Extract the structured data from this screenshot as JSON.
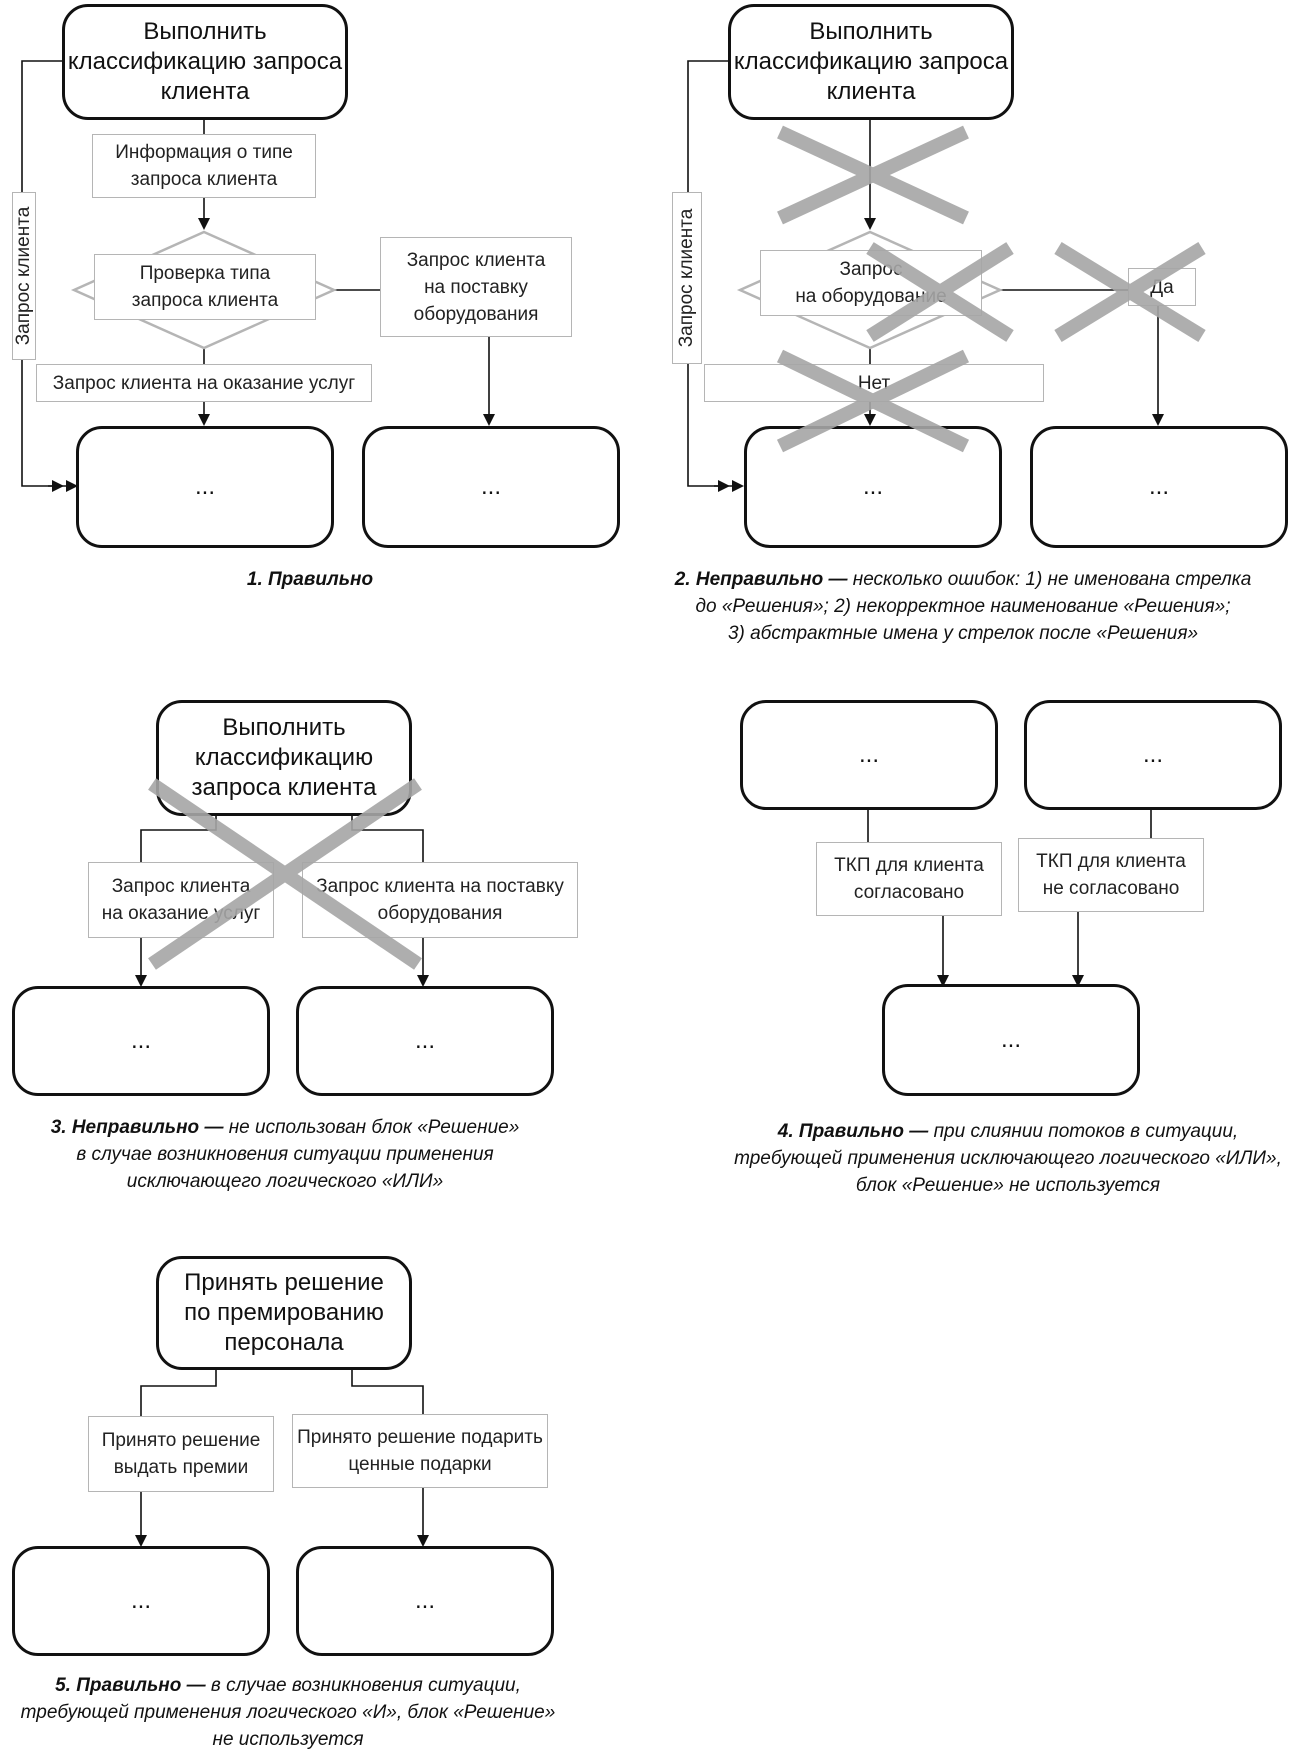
{
  "d1": {
    "process_title": "Выполнить\nклассификацию запроса\nклиента",
    "info_label": "Информация о типе\nзапроса клиента",
    "decision_text": "Проверка типа\nзапроса клиента",
    "side_label": "Запрос клиента",
    "services_label": "Запрос клиента на оказание услуг",
    "equipment_label": "Запрос клиента\nна поставку\nоборудования",
    "box_left": "...",
    "box_right": "...",
    "caption_bold": "1. Правильно",
    "caption_rest": ""
  },
  "d2": {
    "process_title": "Выполнить\nклассификацию запроса\nклиента",
    "decision_text": "Запрос\nна оборудование",
    "side_label": "Запрос клиента",
    "no_label": "Нет",
    "yes_label": "Да",
    "box_left": "...",
    "box_right": "...",
    "caption_bold": "2. Неправильно — ",
    "caption_rest": "несколько ошибок: 1) не именована стрелка\nдо «Решения»; 2) некорректное наименование «Решения»;\n3) абстрактные имена у стрелок после «Решения»"
  },
  "d3": {
    "process_title": "Выполнить\nклассификацию\nзапроса клиента",
    "services_label": "Запрос клиента\nна оказание услуг",
    "equipment_label": "Запрос клиента на поставку\nоборудования",
    "box_left": "...",
    "box_right": "...",
    "caption_bold": "3. Неправильно — ",
    "caption_rest": "не использован блок «Решение»\nв случае возникновения ситуации применения\nисключающего логического «ИЛИ»"
  },
  "d4": {
    "box_left": "...",
    "box_right": "...",
    "agreed_label": "ТКП для клиента\nсогласовано",
    "not_agreed_label": "ТКП для клиента\nне согласовано",
    "box_bottom": "...",
    "caption_bold": "4. Правильно — ",
    "caption_rest": "при слиянии потоков в ситуации,\nтребующей применения исключающего логического «ИЛИ»,\nблок «Решение» не используется"
  },
  "d5": {
    "process_title": "Принять решение\nпо премированию\nперсонала",
    "bonus_label": "Принято решение\nвыдать премии",
    "gift_label": "Принято решение подарить\nценные подарки",
    "box_left": "...",
    "box_right": "...",
    "caption_bold": "5. Правильно — ",
    "caption_rest": "в случае возникновения ситуации,\nтребующей применения логического «И», блок «Решение»\nне используется"
  },
  "colors": {
    "line": "#111111",
    "label_border": "#b5b5b5",
    "cross": "#a6a6a6"
  }
}
